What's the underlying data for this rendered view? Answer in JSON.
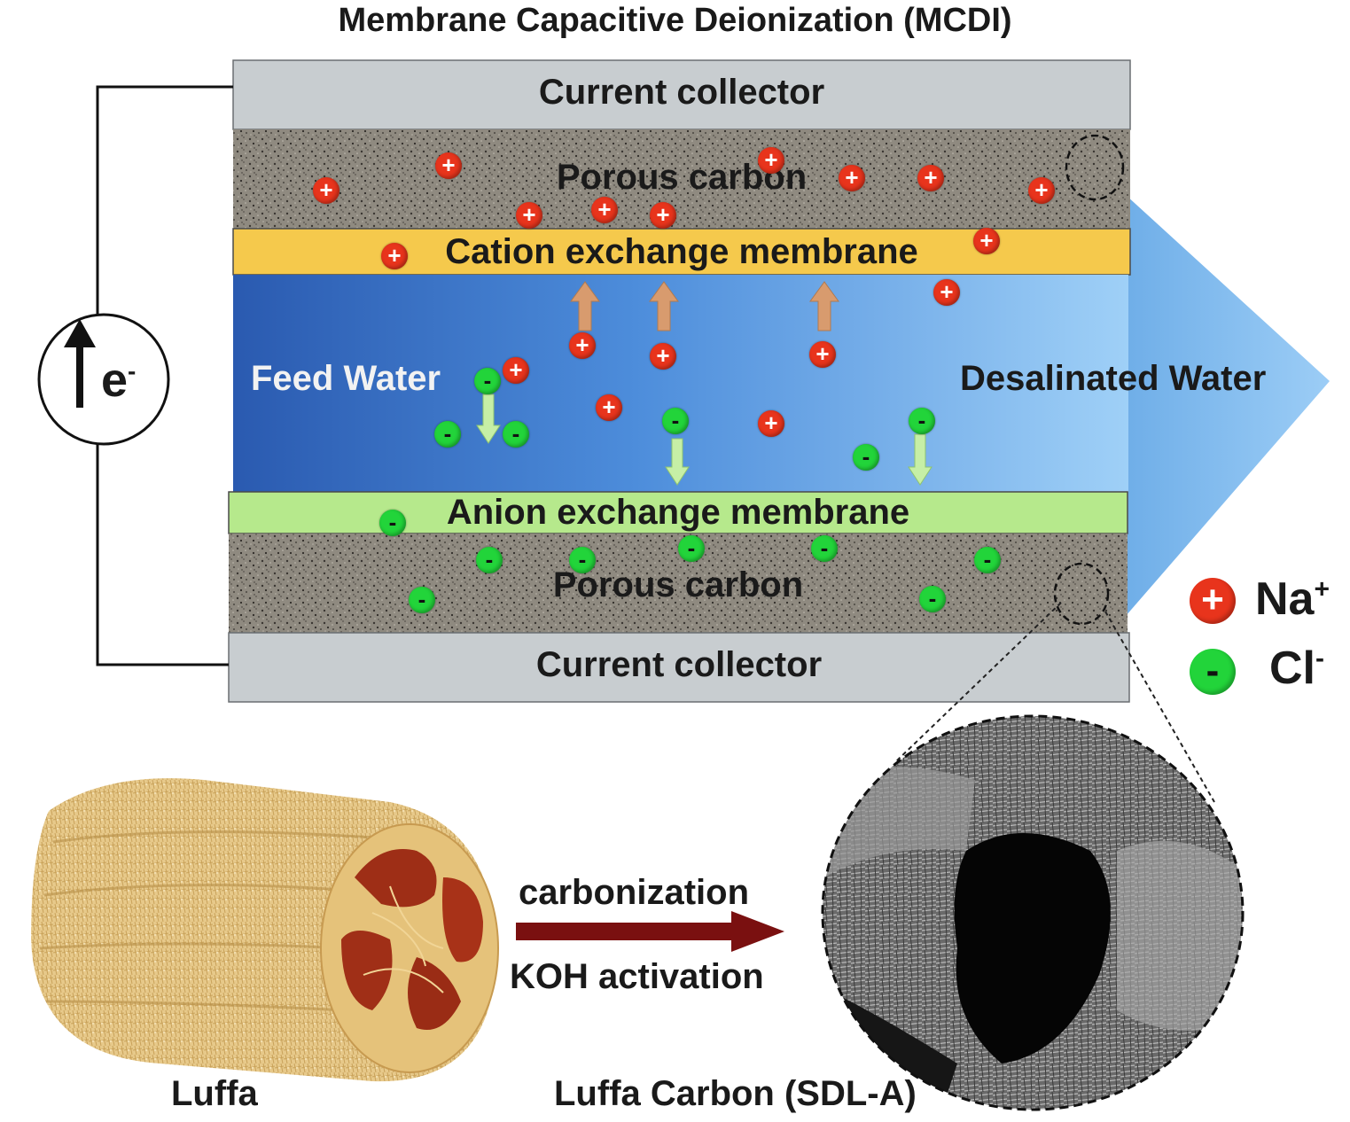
{
  "title": "Membrane Capacitive Deionization (MCDI)",
  "cell": {
    "top_collector": "Current  collector",
    "top_carbon": "Porous carbon",
    "cation_membrane": "Cation exchange membrane",
    "feed_water": "Feed Water",
    "desalinated_water": "Desalinated Water",
    "anion_membrane": "Anion exchange membrane",
    "bottom_carbon": "Porous carbon",
    "bottom_collector": "Current  collector"
  },
  "circuit": {
    "electron_symbol": "e",
    "electron_charge": "-"
  },
  "legend": {
    "cation_ion": "Na",
    "cation_sup": "+",
    "anion_ion": "Cl",
    "anion_sup": "-"
  },
  "ion_signs": {
    "plus": "+",
    "minus": "-"
  },
  "process": {
    "step1": "carbonization",
    "step2": "KOH activation",
    "luffa_label": "Luffa",
    "carbon_label": "Luffa Carbon (SDL-A)"
  },
  "colors": {
    "collector": "#c9ced1",
    "porous_carbon": "#8e8a80",
    "cation_membrane": "#f6c94a",
    "anion_membrane": "#b4e88a",
    "water_dark": "#2a5fb0",
    "water_light": "#8ec5f5",
    "sodium": "#e8341c",
    "chloride": "#22d43a",
    "arrow_up": "#d99a6c",
    "arrow_down": "#c9f0a8",
    "process_arrow": "#7a1010"
  }
}
